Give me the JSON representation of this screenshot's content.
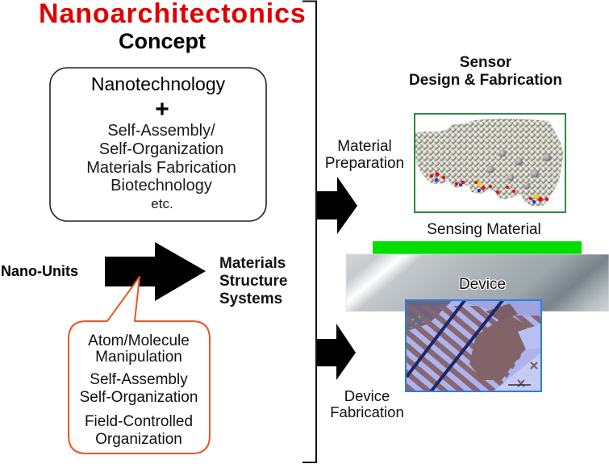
{
  "title": {
    "main": "Nanoarchitectonics",
    "sub": "Concept"
  },
  "concept_box": {
    "heading": "Nanotechnology",
    "plus": "+",
    "items": [
      "Self-Assembly/",
      "Self-Organization",
      "Materials Fabrication",
      "Biotechnology"
    ],
    "etc": "etc."
  },
  "flow": {
    "input": "Nano-Units",
    "outputs": [
      "Materials",
      "Structure",
      "Systems"
    ]
  },
  "callout": {
    "groups": [
      [
        "Atom/Molecule",
        "Manipulation"
      ],
      [
        "Self-Assembly",
        "Self-Organization"
      ],
      [
        "Field-Controlled",
        "Organization"
      ]
    ]
  },
  "sensor": {
    "heading": [
      "Sensor",
      "Design & Fabrication"
    ],
    "material_step": [
      "Material",
      "Preparation"
    ],
    "device_step": [
      "Device",
      "Fabrication"
    ],
    "sensing_material_label": "Sensing Material",
    "device_label": "Device",
    "molecule_image": "molecular-model-image",
    "device_image": "device-micrograph-image"
  },
  "colors": {
    "title_red": "#e00000",
    "callout_orange": "#f05522",
    "sensing_green": "#00dd00",
    "molecule_border": "#2e8b45",
    "photo_border": "#2a80e0"
  }
}
